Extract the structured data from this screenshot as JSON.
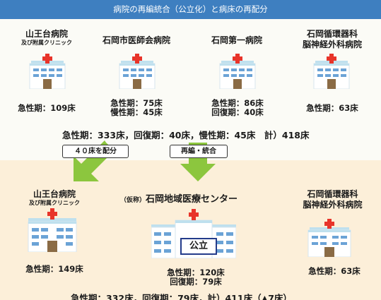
{
  "header": {
    "title": "病院の再編統合（公立化）と病床の再配分"
  },
  "before": {
    "hospitals": [
      {
        "name": "山王台病院",
        "sub": "及び附属クリニック",
        "beds": [
          "急性期：109床"
        ]
      },
      {
        "name": "石岡市医師会病院",
        "beds": [
          "急性期：75床",
          "慢性期：45床"
        ]
      },
      {
        "name": "石岡第一病院",
        "beds": [
          "急性期：86床",
          "回復期：40床"
        ]
      },
      {
        "name_lines": [
          "石岡循環器科",
          "脳神経外科病院"
        ],
        "beds": [
          "急性期：63床"
        ]
      }
    ],
    "summary": "急性期：333床，回復期：40床，慢性期：45床　計）418床"
  },
  "arrows": {
    "left_label": "４０床を配分",
    "right_label": "再編・統合"
  },
  "after": {
    "hospitals": [
      {
        "name": "山王台病院",
        "sub": "及び附属クリニック",
        "beds": [
          "急性期：149床"
        ]
      },
      {
        "prefix": "（仮称）",
        "name": "石岡地域医療センター",
        "badge": "公立",
        "beds": [
          "急性期：120床",
          "回復期：79床"
        ]
      },
      {
        "name_lines": [
          "石岡循環器科",
          "脳神経外科病院"
        ],
        "beds": [
          "急性期：63床"
        ]
      }
    ],
    "summary": "急性期：332床，回復期：79床，計）411床（▲7床）"
  },
  "colors": {
    "header": "#3e7fc0",
    "arrow": "#8cc63e",
    "cross": "#e8342a",
    "window": "#6ba3d6",
    "roof": "#bfe0ee",
    "bottom_bg": "#fcefd9",
    "badge_border": "#233b8a"
  }
}
